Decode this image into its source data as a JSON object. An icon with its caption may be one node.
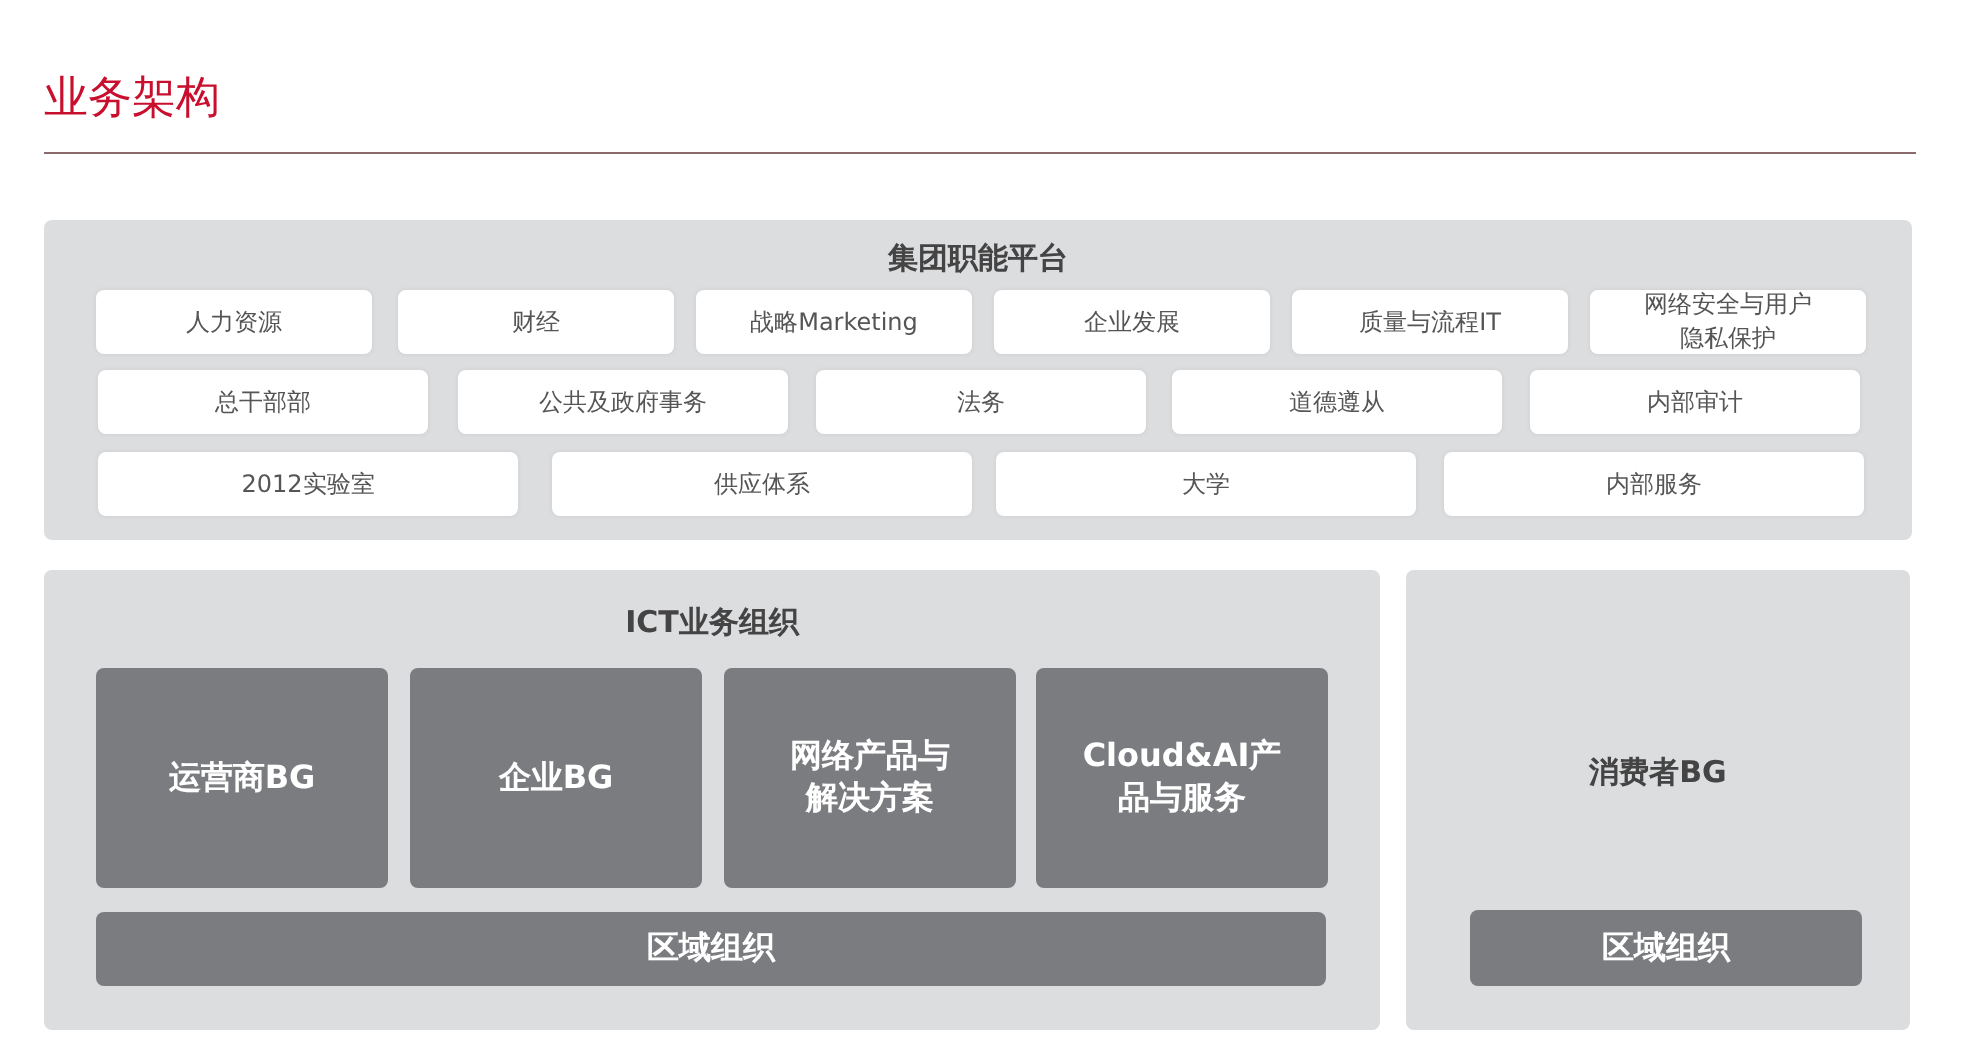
{
  "diagram": {
    "title": "业务架构",
    "nodes": [
      {
        "text": [
          "集团职能平台"
        ]
      },
      {
        "text": [
          "人力资源"
        ],
        "in": 0
      },
      {
        "text": [
          "财经"
        ],
        "in": 0
      },
      {
        "text": [
          "战略Marketing"
        ],
        "in": 0
      },
      {
        "text": [
          "企业发展"
        ],
        "in": 0
      },
      {
        "text": [
          "质量与流程IT"
        ],
        "in": 0
      },
      {
        "text": [
          "网络安全与用户隐私保护"
        ],
        "in": 0
      },
      {
        "text": [
          "总干部部"
        ],
        "in": 0
      },
      {
        "text": [
          "公共及政府事务"
        ],
        "in": 0
      },
      {
        "text": [
          "法务"
        ],
        "in": 0
      },
      {
        "text": [
          "道德遵从"
        ],
        "in": 0
      },
      {
        "text": [
          "内部审计"
        ],
        "in": 0
      },
      {
        "text": [
          "2012实验室"
        ],
        "in": 0
      },
      {
        "text": [
          "供应体系"
        ],
        "in": 0
      },
      {
        "text": [
          "大学"
        ],
        "in": 0
      },
      {
        "text": [
          "内部服务"
        ],
        "in": 0
      },
      {
        "text": [
          "ICT业务组织"
        ]
      },
      {
        "text": [
          "运营商BG"
        ],
        "in": 16
      },
      {
        "text": [
          "企业BG"
        ],
        "in": 16
      },
      {
        "text": [
          "网络产品与解决方案"
        ],
        "in": 16
      },
      {
        "text": [
          "Cloud&AI产品与服务"
        ],
        "in": 16
      },
      {
        "text": [
          "区域组织"
        ],
        "in": 16
      },
      {
        "text": [
          "消费者BG"
        ]
      },
      {
        "text": [
          "区域组织"
        ],
        "in": 22
      }
    ],
    "edges": []
  }
}
